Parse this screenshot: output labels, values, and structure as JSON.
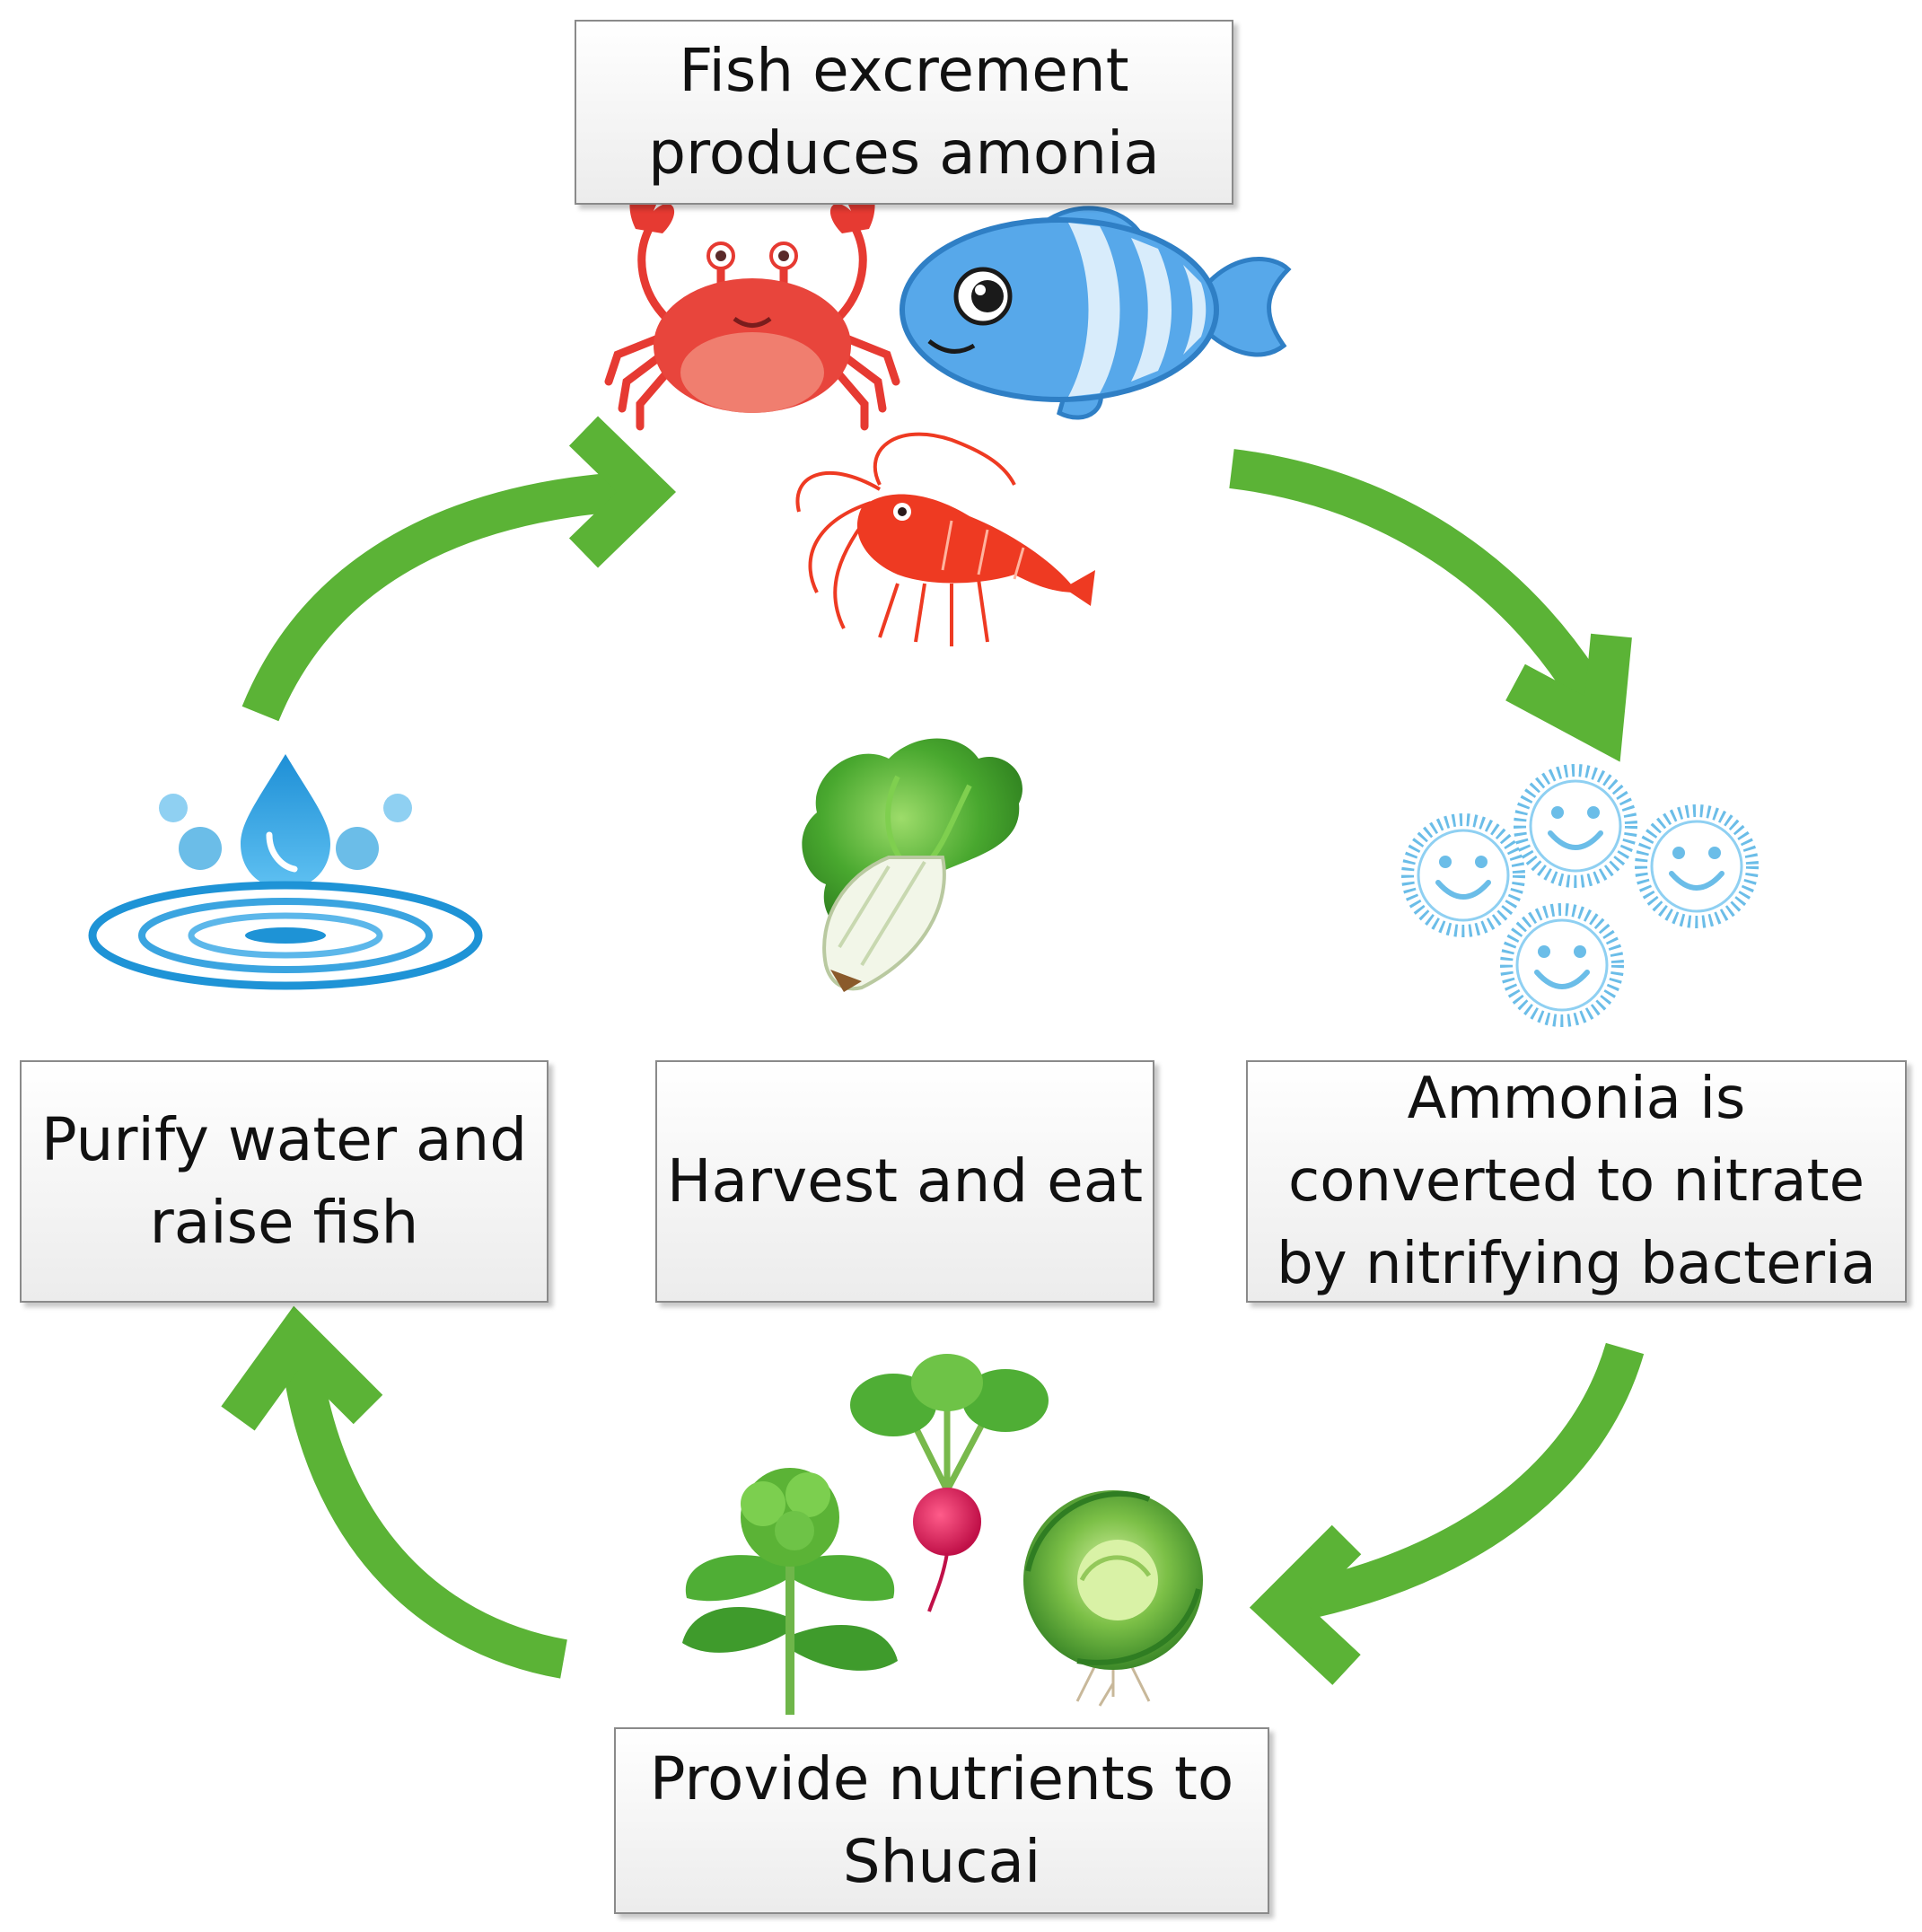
{
  "diagram": {
    "steps": {
      "top": {
        "lines": [
          "Fish excrement",
          "produces amonia"
        ]
      },
      "right": {
        "lines": [
          "Ammonia is",
          "converted to nitrate",
          "by nitrifying bacteria"
        ]
      },
      "bottom": {
        "lines": [
          "Provide nutrients to",
          "Shucai"
        ]
      },
      "left": {
        "lines": [
          "Purify water and",
          "raise fish"
        ]
      },
      "center": {
        "lines": [
          "Harvest and eat"
        ]
      }
    },
    "icons": [
      "crab-icon",
      "fish-icon",
      "shrimp-icon",
      "bacteria-icon",
      "vegetables-icon",
      "water-drop-icon",
      "bok-choy-icon"
    ],
    "colors": {
      "arrow": "#5bb336",
      "crab": "#e63a32",
      "fish": "#57a8ea",
      "shrimp": "#ee3a22",
      "bacteria": "#6bbde8",
      "water": "#1e93d6",
      "leaf": "#3f9b2c"
    }
  }
}
